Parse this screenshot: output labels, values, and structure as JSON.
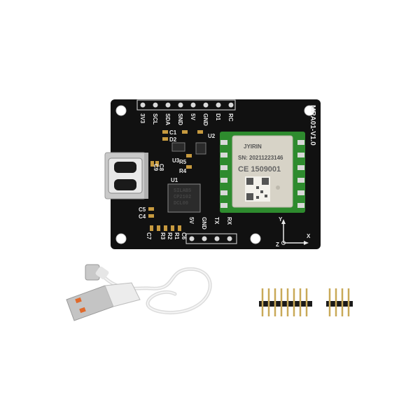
{
  "board": {
    "name": "MRA01-V1.0",
    "top_header_labels": [
      "3V3",
      "SCL",
      "SDA",
      "SND",
      "5V",
      "GND",
      "D1",
      "RC"
    ],
    "bottom_header_labels": [
      "5V",
      "GND",
      "TX",
      "RX"
    ],
    "component_labels": [
      "C1",
      "D2",
      "U2",
      "R5",
      "R4",
      "U3",
      "C8",
      "C9",
      "U1",
      "C5",
      "C4",
      "R3",
      "R2",
      "R1",
      "C6",
      "C7"
    ],
    "axis_labels": [
      "Y",
      "Z",
      "X"
    ],
    "chip_lines": [
      "SILABS",
      "CP2102",
      "DCL00"
    ]
  },
  "module": {
    "brand": "JYIRIN",
    "serial": "SN: 20211223146",
    "cert": "CE 1509001"
  }
}
